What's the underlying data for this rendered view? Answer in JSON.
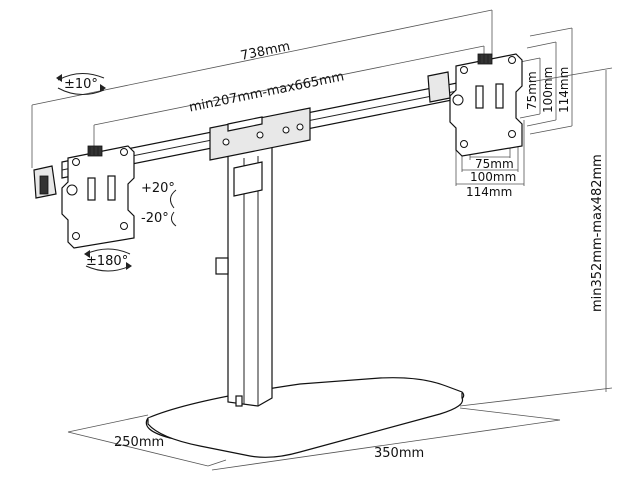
{
  "dimensions": {
    "total_width": "738mm",
    "arm_range": "min207mm-max665mm",
    "tilt": "±10°",
    "tilt_up": "+20°",
    "tilt_down": "-20°",
    "rotation": "±180°",
    "vesa_v_75": "75mm",
    "vesa_v_100": "100mm",
    "vesa_v_114": "114mm",
    "vesa_h_75": "75mm",
    "vesa_h_100": "100mm",
    "vesa_h_114": "114mm",
    "height_range": "min352mm-max482mm",
    "base_depth": "250mm",
    "base_width": "350mm"
  },
  "colors": {
    "line": "#222222",
    "fill": "#ffffff",
    "shade": "#e8e8e8"
  }
}
